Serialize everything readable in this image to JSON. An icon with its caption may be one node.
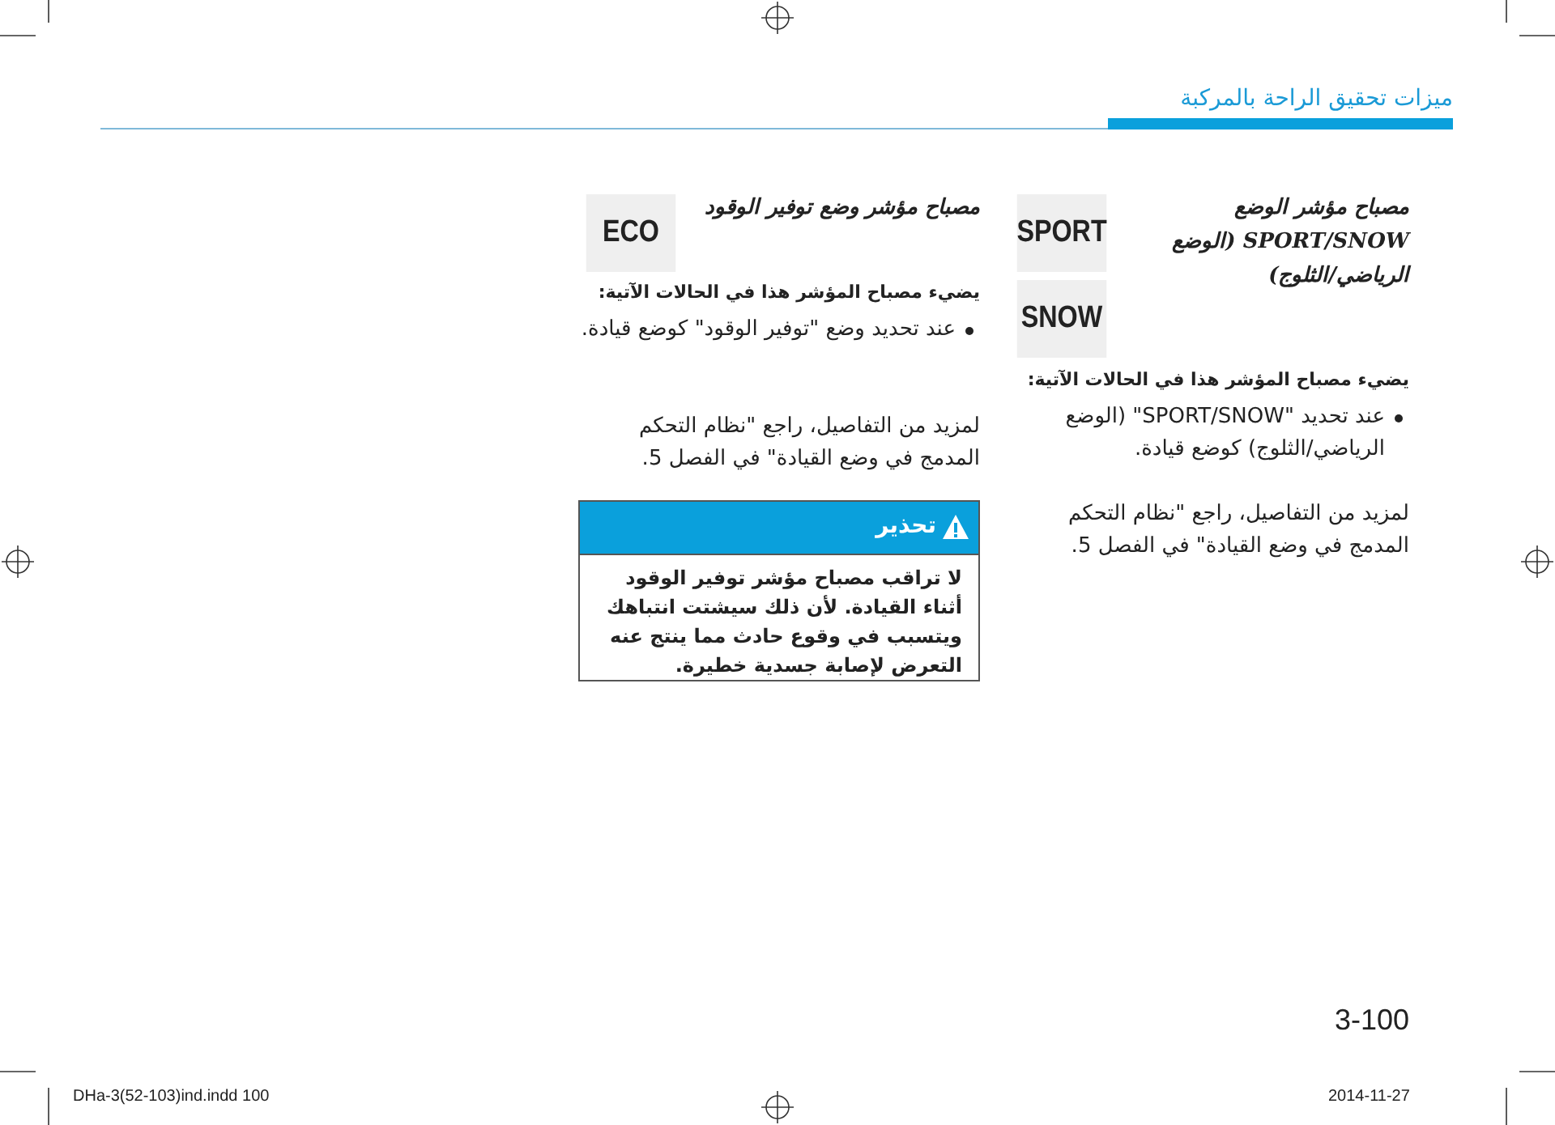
{
  "diagram": {
    "nodes": [
      {
        "text": [
          "SPORT"
        ]
      },
      {
        "text": [
          "SNOW"
        ]
      },
      {
        "text": [
          "ECO"
        ]
      },
      {
        "text": [
          "تحذير",
          "لا تراقب مصباح مؤشر توفير الوقود أثناء القيادة. لأن ذلك سيشتت انتباهك ويتسبب في وقوع حادث مما ينتج عنه التعرض لإصابة جسدية خطيرة."
        ]
      }
    ],
    "labels": [
      "ميزات تحقيق الراحة بالمركبة",
      "مصباح مؤشر الوضع SPORT/SNOW (الوضع الرياضي/الثلوج)",
      "يضيء مصباح المؤشر هذا في الحالات الآتية:",
      "عند تحديد \"SPORT/SNOW\" (الوضع الرياضي/الثلوج) كوضع قيادة.",
      "لمزيد من التفاصيل، راجع \"نظام التحكم المدمج في وضع القيادة\" في الفصل 5.",
      "مصباح مؤشر وضع توفير الوقود",
      "يضيء مصباح المؤشر هذا في الحالات الآتية:",
      "عند تحديد وضع \"توفير الوقود\" كوضع قيادة.",
      "لمزيد من التفاصيل، راجع \"نظام التحكم المدمج في وضع القيادة\" في الفصل 5.",
      "3-100",
      "DHa-3(52-103)ind.indd   100",
      "2014-11-27"
    ]
  }
}
